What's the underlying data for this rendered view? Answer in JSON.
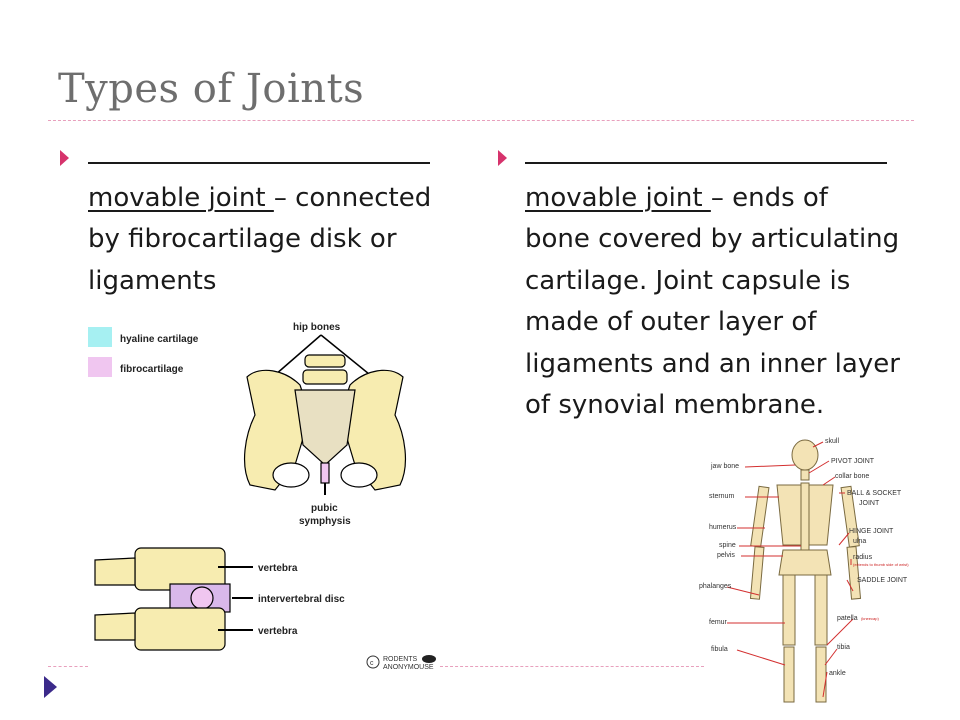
{
  "slide": {
    "title": "Types of Joints"
  },
  "left_column": {
    "underlined": "movable joint ",
    "line1_rest": "– connected",
    "body": "by fibrocartilage disk or ligaments"
  },
  "right_column": {
    "underlined": "movable joint ",
    "line1_rest": "– ends of",
    "body": "bone covered by articulating cartilage.  Joint capsule is made of outer layer of ligaments and an inner layer of synovial membrane."
  },
  "pelvis_figure": {
    "legend": [
      {
        "label": "hyaline cartilage",
        "color": "#a6f0f2"
      },
      {
        "label": "fibrocartilage",
        "color": "#f0c6f0"
      }
    ],
    "top_label": "hip bones",
    "bottom_label_1": "pubic",
    "bottom_label_2": "symphysis"
  },
  "spine_figure": {
    "labels": [
      "vertebra",
      "intervertebral disc",
      "vertebra"
    ]
  },
  "credit": {
    "line1": "RODENTS",
    "line2": "ANONYMOUSE"
  },
  "skeleton_figure": {
    "left_labels": [
      "jaw bone",
      "sternum",
      "humerus",
      "spine",
      "pelvis",
      "phalanges",
      "femur",
      "fibula"
    ],
    "right_labels": [
      "skull",
      "PIVOT JOINT",
      "collar bone",
      "BALL & SOCKET",
      "JOINT",
      "HINGE JOINT",
      "ulna",
      "radius",
      "SADDLE JOINT",
      "patella",
      "tibia",
      "ankle"
    ],
    "radius_note": "(extends to thumb side of wrist)",
    "patella_note": "(kneecap)"
  }
}
